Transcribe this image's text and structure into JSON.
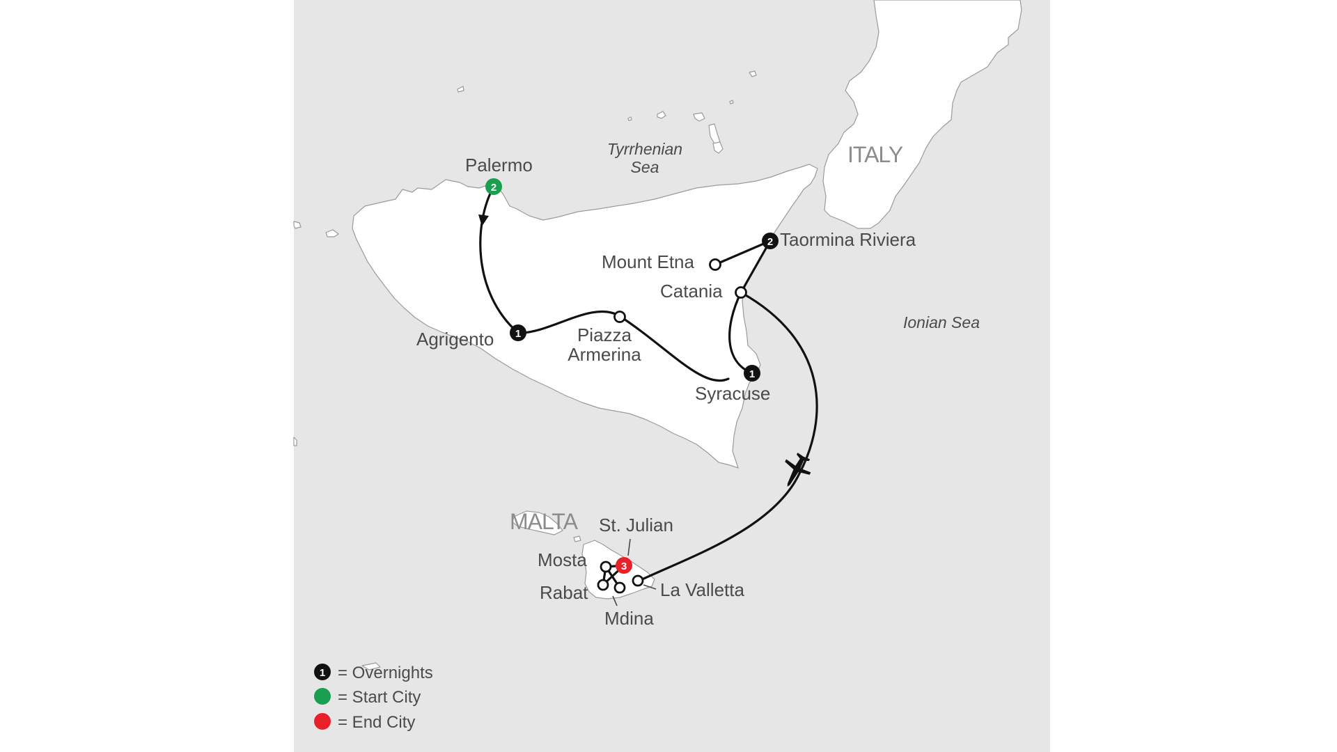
{
  "map": {
    "seas": [
      {
        "id": "tyrrhenian",
        "lines": [
          "Tyrrhenian",
          "Sea"
        ]
      },
      {
        "id": "ionian",
        "lines": [
          "Ionian Sea"
        ]
      }
    ],
    "countries": {
      "italy": "ITALY",
      "malta": "MALTA"
    },
    "cities": {
      "palermo": {
        "label": "Palermo",
        "overnights": "2",
        "role": "start"
      },
      "agrigento": {
        "label": "Agrigento",
        "overnights": "1",
        "role": "overnight"
      },
      "piazza_armerina": {
        "lines": [
          "Piazza",
          "Armerina"
        ],
        "role": "stop"
      },
      "syracuse": {
        "label": "Syracuse",
        "overnights": "1",
        "role": "overnight"
      },
      "catania": {
        "label": "Catania",
        "role": "stop"
      },
      "mount_etna": {
        "label": "Mount Etna",
        "role": "stop"
      },
      "taormina": {
        "label": "Taormina Riviera",
        "overnights": "2",
        "role": "overnight"
      },
      "st_julian": {
        "label": "St. Julian",
        "overnights": "3",
        "role": "end"
      },
      "mosta": {
        "label": "Mosta",
        "role": "stop"
      },
      "rabat": {
        "label": "Rabat",
        "role": "stop"
      },
      "mdina": {
        "label": "Mdina",
        "role": "stop"
      },
      "la_valletta": {
        "label": "La Valletta",
        "role": "stop"
      }
    },
    "legend": [
      {
        "symbol": "1",
        "text": "= Overnights",
        "color": "#111111"
      },
      {
        "symbol": "",
        "text": "= Start City",
        "color": "#1a9e50"
      },
      {
        "symbol": "",
        "text": "= End City",
        "color": "#e8202a"
      }
    ],
    "colors": {
      "sea": "#e6e6e6",
      "land": "#ffffff",
      "route": "#111111",
      "start": "#1a9e50",
      "end": "#e8202a",
      "overnight": "#111111"
    }
  }
}
